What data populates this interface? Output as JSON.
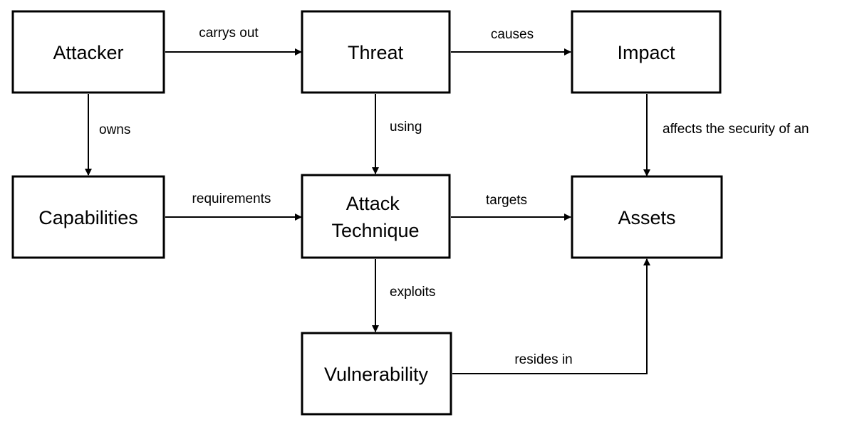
{
  "nodes": {
    "attacker": "Attacker",
    "threat": "Threat",
    "impact": "Impact",
    "capabilities": "Capabilities",
    "attack_technique": [
      "Attack",
      "Technique"
    ],
    "assets": "Assets",
    "vulnerability": "Vulnerability"
  },
  "edges": {
    "attacker_threat": "carrys out",
    "threat_impact": "causes",
    "attacker_capabilities": "owns",
    "threat_technique": "using",
    "impact_assets": "affects the security of an",
    "capabilities_technique": "requirements",
    "technique_assets": "targets",
    "technique_vulnerability": "exploits",
    "vulnerability_assets": "resides in"
  },
  "colors": {
    "stroke": "#000000",
    "background": "#ffffff"
  }
}
